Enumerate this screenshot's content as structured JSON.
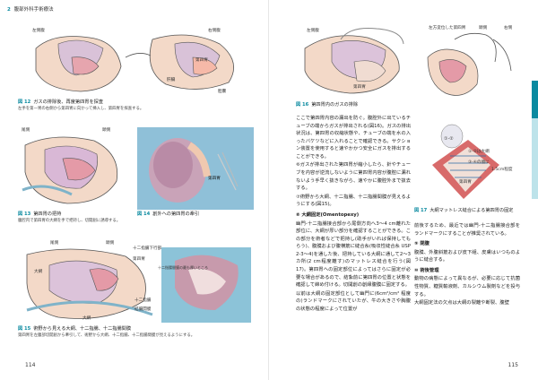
{
  "running_head": {
    "num": "2",
    "title": "腹部外科手術療法"
  },
  "left": {
    "page_number": "114",
    "fig12": {
      "no": "図 12",
      "title": "ガスの排除後、再度第四胃を探査",
      "desc": "左手を第一胃の右側から第四胃に向かって挿入し、第四胃を探査する。",
      "labels": [
        "左側腹",
        "右側腹",
        "第四胃",
        "肝臓",
        "胆嚢"
      ]
    },
    "fig13": {
      "no": "図 13",
      "title": "第四胃の把持",
      "desc": "腹腔内で第四胃の大網を手で把持し、切開創に誘導する。",
      "labels": [
        "尾側",
        "頭側"
      ]
    },
    "fig14": {
      "no": "図 14",
      "title": "創外への第四胃の牽引",
      "labels": [
        "第四胃"
      ]
    },
    "fig15": {
      "no": "図 15",
      "title": "術野から見える大網、十二指腸、十二指腸間膜",
      "desc": "第四胃を左腹部切開創から牽引して、術野から大網、十二指腸、十二指腸間膜が見えるようにする。",
      "labels": [
        "尾側",
        "頭側",
        "十二指腸下行部",
        "第四胃",
        "十二指腸間膜の最も厚いところ",
        "大網",
        "十二指腸",
        "結腸間膜",
        "大網"
      ]
    }
  },
  "right": {
    "page_number": "115",
    "fig16": {
      "no": "図 16",
      "title": "第四胃内のガスの排除",
      "labels": [
        "左側腹",
        "第四胃"
      ]
    },
    "fig17": {
      "no": "図 17",
      "title": "大網マットレス縫合による第四胃の固定",
      "labels": [
        "左方変位した第四胃",
        "頭側",
        "右側",
        "①-②は大網",
        "③-④の順に",
        "1.5cm程度",
        "第四胃"
      ]
    },
    "col1": [
      {
        "type": "p",
        "text": "ここで第四胃内容の漏出を防ぐ。腹腔外に出ているチューブの端からガスが排出される(図16)。ガスの排出状況は、第四胃の収縮状態や、チューブの端を水の入ったバケツなどに入れることで確認できる。サクション装置を使用すると速やかかつ安全にガスを排出することができる。"
      },
      {
        "type": "p",
        "text": "⑥ガスが排出された第四胃が縮小したら、針やチューブを内容が逆流しないように第四胃内容が腹腔に漏れないよう手早く抜きながら、速やかに腹腔外まで抜去する。"
      },
      {
        "type": "p",
        "text": "⑦術野から大網、十二指腸、十二指腸間膜が見えるようにする(図15)。"
      },
      {
        "type": "sec",
        "text": "⑧ 大網固定(Omentopexy)"
      },
      {
        "type": "p",
        "text": "幽門-十二指腸接合部から尾側方向へ3〜4 cm離れた部位に、大網が厚い部分を確認することができる。この部分を術者などで把持し(助手がいれば保持してもらう)、腹膜および腹横筋に縫合糸(吸収性縫合糸 USP 2-3〜4)を通した後、把持している大網に通して2〜3カ所(2 cm程度離す)のマットレス縫合を行う(図17)。第四胃への固定部位によってはさらに固定が必要な場合があるので、結紮前に第四胃の位置と状態を確認して締め付ける。切開創の創縁腹膜に固定する。"
      },
      {
        "type": "p",
        "text": "以前は大網の固定部位として幽門に(6cm²/cm² 程度の)ランドマークにされていたが、牛の大きさや胸腹の状態の程度によって位置が"
      }
    ],
    "col2": [
      {
        "type": "p",
        "text": "前後するため、最近では幽門-十二指腸接合部をランドマークにすることが推奨されている。"
      },
      {
        "type": "sec",
        "text": "⑨ 閉腹"
      },
      {
        "type": "p",
        "text": "腹膜、外腹斜筋および皮下組、皮膚はいつものように縫合する。"
      },
      {
        "type": "sec",
        "text": "⑩ 術後管理"
      },
      {
        "type": "p",
        "text": "動物の病態によって異なるが、必要に応じて抗菌性物質、糖質輸液剤、カルシウム製剤などを投与する。"
      },
      {
        "type": "p",
        "text": "大網固定法の欠点は大網の裂離や断裂、腹壁"
      }
    ]
  }
}
